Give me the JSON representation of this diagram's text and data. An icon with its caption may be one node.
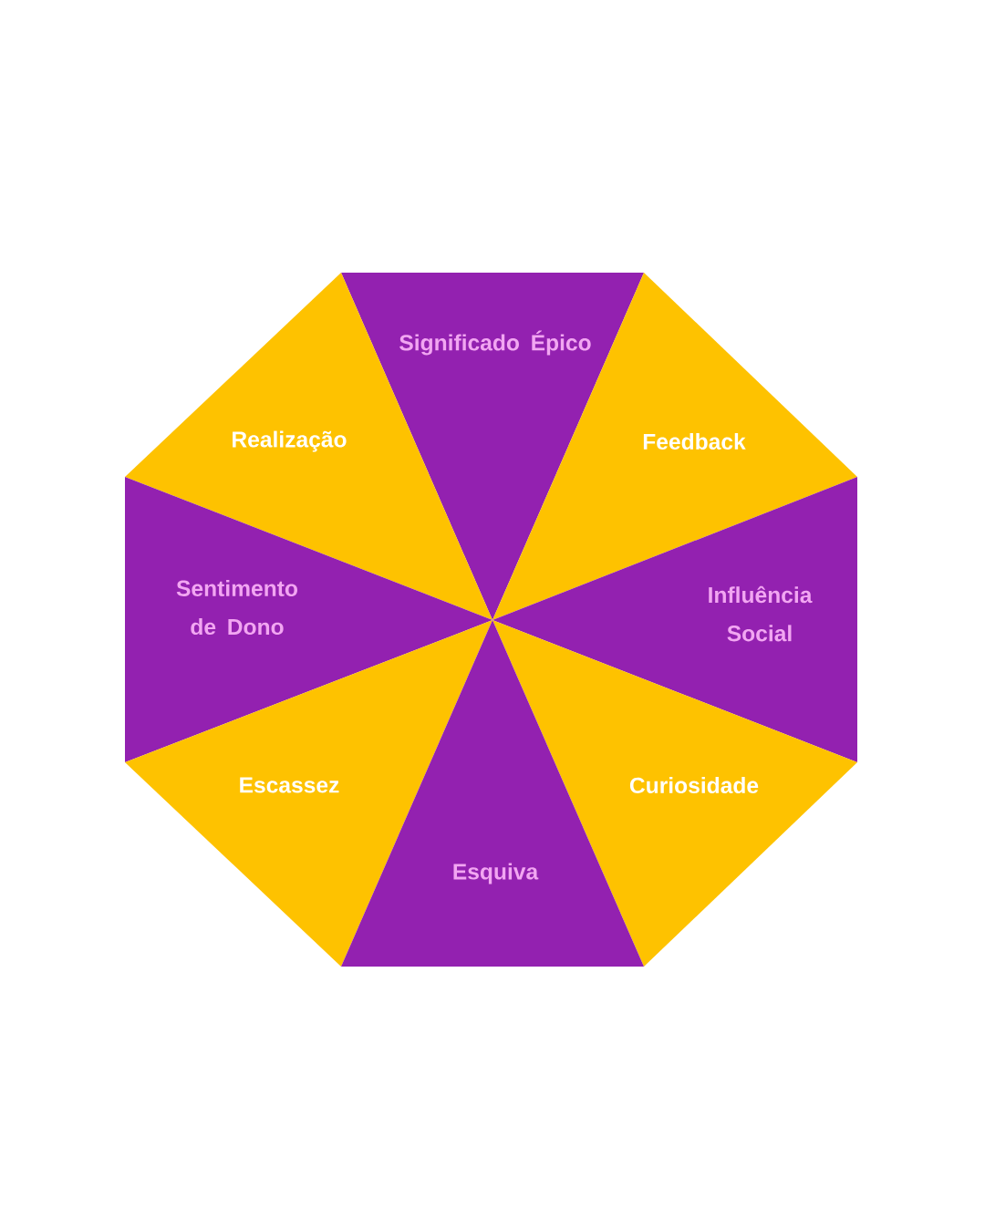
{
  "diagram": {
    "nodes": [
      {
        "text": [
          "Significado Épico"
        ]
      },
      {
        "text": [
          "Realização"
        ]
      },
      {
        "text": [
          "Feedback"
        ]
      },
      {
        "text": [
          "Sentimento de Dono"
        ]
      },
      {
        "text": [
          "Influência Social"
        ]
      },
      {
        "text": [
          "Escassez"
        ]
      },
      {
        "text": [
          "Curiosidade"
        ]
      },
      {
        "text": [
          "Esquiva"
        ]
      }
    ]
  }
}
